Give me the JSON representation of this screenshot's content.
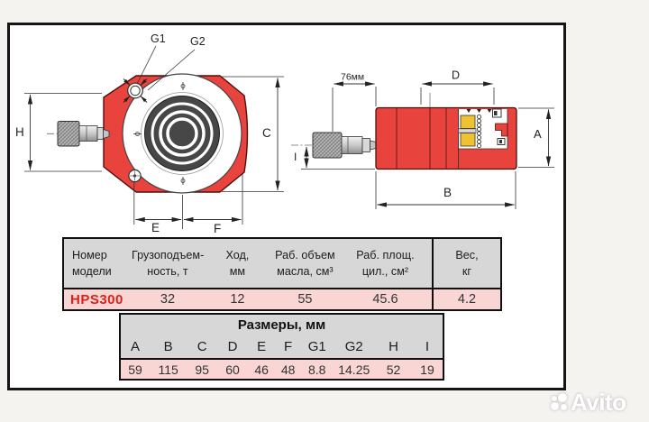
{
  "front_view": {
    "labels": {
      "g1": "G1",
      "g2": "G2",
      "h": "H",
      "c": "C",
      "e": "E",
      "f": "F"
    }
  },
  "side_view": {
    "labels": {
      "port": "76мм",
      "d": "D",
      "a": "A",
      "b": "B",
      "i": "I"
    }
  },
  "spec_table": {
    "columns": [
      {
        "line1": "Номер",
        "line2": "модели"
      },
      {
        "line1": "Грузоподъем-",
        "line2": "ность, т"
      },
      {
        "line1": "Ход,",
        "line2": "мм"
      },
      {
        "line1": "Раб. объем",
        "line2": "масла, см³"
      },
      {
        "line1": "Раб. площ.",
        "line2": "цил., см²"
      },
      {
        "line1": "Вес,",
        "line2": "кг"
      }
    ],
    "row": {
      "model": "HPS300",
      "capacity": "32",
      "stroke": "12",
      "oil_volume": "55",
      "cyl_area": "45.6",
      "weight": "4.2"
    }
  },
  "size_table": {
    "title": "Размеры, мм",
    "columns": [
      "A",
      "B",
      "C",
      "D",
      "E",
      "F",
      "G1",
      "G2",
      "H",
      "I"
    ],
    "values": [
      "59",
      "115",
      "95",
      "60",
      "46",
      "48",
      "8.8",
      "14.25",
      "52",
      "19"
    ]
  },
  "watermark": {
    "brand": "Avito"
  },
  "colors": {
    "body_red": "#e8433c",
    "body_red_outline": "#4d100d",
    "piston_yellow": "#f0c232",
    "piston_dark": "#474747",
    "table_header_gray": "#d7d7d7",
    "table_row_pink": "#f9d6d4",
    "model_red": "#e02018",
    "border_black": "#101010"
  }
}
